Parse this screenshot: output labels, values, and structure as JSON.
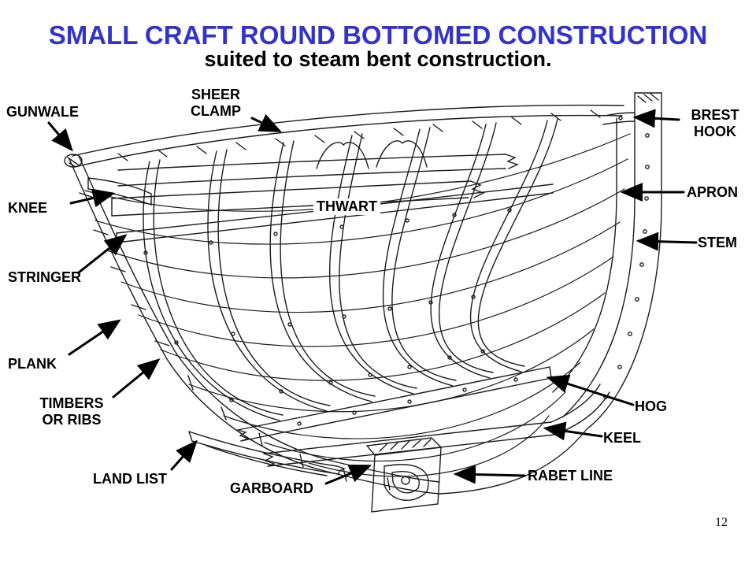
{
  "slide": {
    "title": "SMALL CRAFT ROUND BOTTOMED CONSTRUCTION",
    "subtitle": "suited to steam bent construction.",
    "page_number": "12"
  },
  "colors": {
    "title_blue": "#3333cc",
    "text_black": "#000000",
    "background": "#ffffff",
    "line_art": "#1b1b1b"
  },
  "diagram": {
    "type": "labeled-illustration",
    "subject": "round bottomed small craft hull construction, cutaway perspective view"
  },
  "labels": [
    {
      "id": "gunwale",
      "text": "GUNWALE"
    },
    {
      "id": "sheer-clamp",
      "text": "SHEER\nCLAMP"
    },
    {
      "id": "brest-hook",
      "text": "BREST\nHOOK"
    },
    {
      "id": "knee",
      "text": "KNEE"
    },
    {
      "id": "thwart",
      "text": "THWART"
    },
    {
      "id": "apron",
      "text": "APRON"
    },
    {
      "id": "stem",
      "text": "STEM"
    },
    {
      "id": "stringer",
      "text": "STRINGER"
    },
    {
      "id": "plank",
      "text": "PLANK"
    },
    {
      "id": "timbers-or-ribs",
      "text": "TIMBERS\nOR RIBS"
    },
    {
      "id": "hog",
      "text": "HOG"
    },
    {
      "id": "keel",
      "text": "KEEL"
    },
    {
      "id": "rabet-line",
      "text": "RABET LINE"
    },
    {
      "id": "land-list",
      "text": "LAND LIST"
    },
    {
      "id": "garboard",
      "text": "GARBOARD"
    }
  ]
}
